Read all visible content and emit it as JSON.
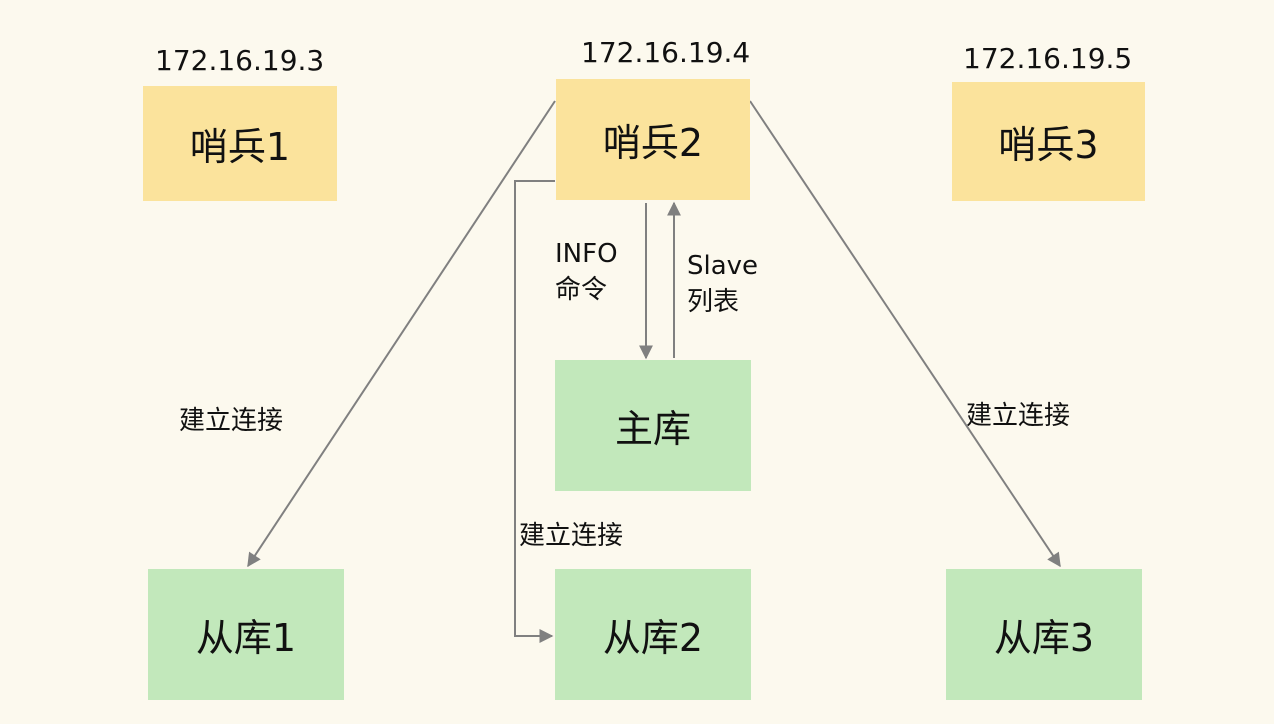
{
  "nodes": {
    "sentinel1": {
      "label": "哨兵1",
      "ip": "172.16.19.3"
    },
    "sentinel2": {
      "label": "哨兵2",
      "ip": "172.16.19.4"
    },
    "sentinel3": {
      "label": "哨兵3",
      "ip": "172.16.19.5"
    },
    "master": {
      "label": "主库"
    },
    "slave1": {
      "label": "从库1"
    },
    "slave2": {
      "label": "从库2"
    },
    "slave3": {
      "label": "从库3"
    }
  },
  "edges": {
    "info_cmd": {
      "line1": "INFO",
      "line2": "命令"
    },
    "slave_list": {
      "line1": "Slave",
      "line2": "列表"
    },
    "connect_left": "建立连接",
    "connect_mid": "建立连接",
    "connect_right": "建立连接"
  },
  "colors": {
    "sentinel": "#fbe39c",
    "database": "#c2e8bb",
    "background": "#fcf9ee",
    "arrow": "#808080"
  }
}
